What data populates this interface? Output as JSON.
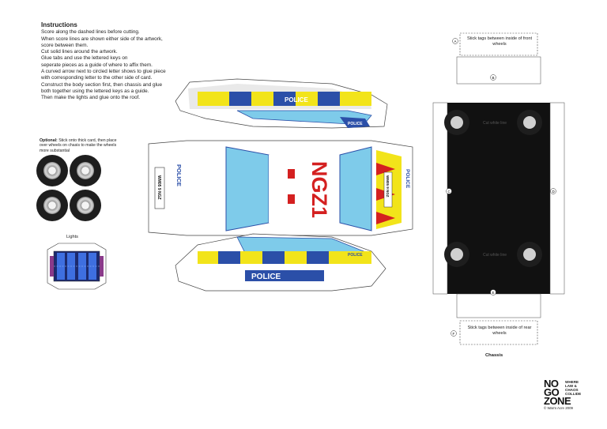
{
  "instructions": {
    "title": "Instructions",
    "lines": [
      "Score along the dashed lines before cutting.",
      "When score lines are shown either side of the artwork,",
      "score between them.",
      "Cut solid lines around the artwork.",
      "Glue tabs and use the lettered keys on",
      "seperate pieces as a guide of where to affix them.",
      "A curved arrow next to circled letter shows to glue piece",
      "with corresponding letter to the other side of card.",
      "Construct the body section first, then chassis and glue",
      "both together using the lettered keys as a guide.",
      "Then make the lights and glue onto the roof."
    ]
  },
  "optional": {
    "label": "Optional:",
    "text": "Stick onto thick card, then place over wheels on chasis to make the wheels more substantial"
  },
  "lights_label": "Lights",
  "car": {
    "police_text": "POLICE",
    "roof_reg": "NGZ1",
    "plate": "WM05 9 NGZ"
  },
  "chassis": {
    "top_note": "Stick tags between inside of front wheels",
    "bottom_note": "Stick tags between inside of rear wheels",
    "cut_line_1": "Cut white line",
    "cut_line_2": "Cut white line",
    "label": "Chassis",
    "keys": [
      "A",
      "B",
      "C",
      "D",
      "E",
      "F"
    ]
  },
  "logo": {
    "line1": "NO",
    "line2": "GO",
    "line3": "ZONE",
    "tag1": "WHERE",
    "tag2": "LAW &",
    "tag3": "CHAOS",
    "tag4": "COLLIDE",
    "copyright": "© Warm Acre 2009"
  },
  "colors": {
    "police_blue": "#2b4fa8",
    "hi_vis_yellow": "#f2e41a",
    "chevron_red": "#d42020",
    "glass": "#7ecbea",
    "chassis_black": "#111111"
  }
}
